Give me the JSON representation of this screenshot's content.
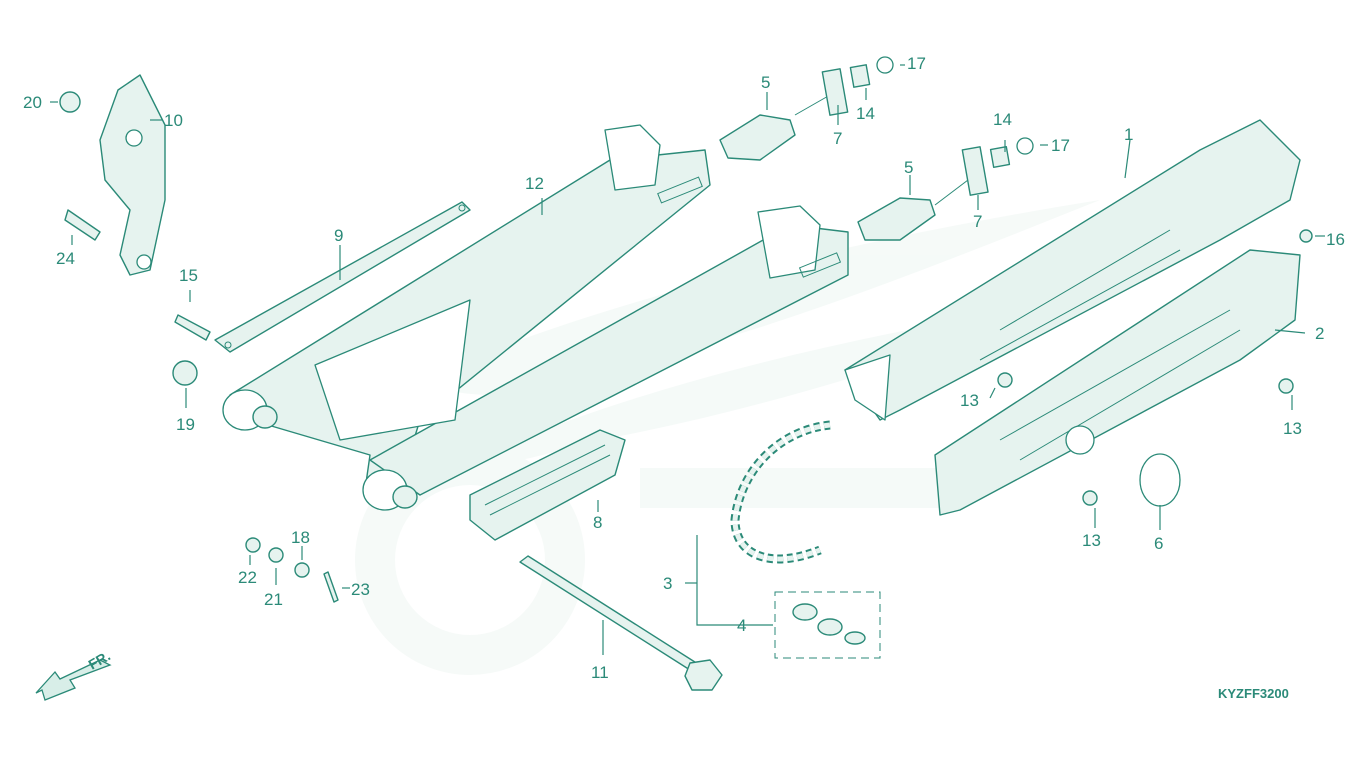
{
  "diagram_code": "KYZFF3200",
  "front_indicator": "FR.",
  "callouts": {
    "c1": "1",
    "c2": "2",
    "c3": "3",
    "c4": "4",
    "c5a": "5",
    "c5b": "5",
    "c6": "6",
    "c7a": "7",
    "c7b": "7",
    "c8": "8",
    "c9": "9",
    "c10": "10",
    "c11": "11",
    "c12": "12",
    "c13a": "13",
    "c13b": "13",
    "c13c": "13",
    "c14a": "14",
    "c14b": "14",
    "c15": "15",
    "c16": "16",
    "c17a": "17",
    "c17b": "17",
    "c18": "18",
    "c19": "19",
    "c20": "20",
    "c21": "21",
    "c22": "22",
    "c23": "23",
    "c24": "24"
  },
  "colors": {
    "line": "#2b8a78",
    "fill": "#e6f3ef",
    "watermark": "#eef6f3"
  }
}
